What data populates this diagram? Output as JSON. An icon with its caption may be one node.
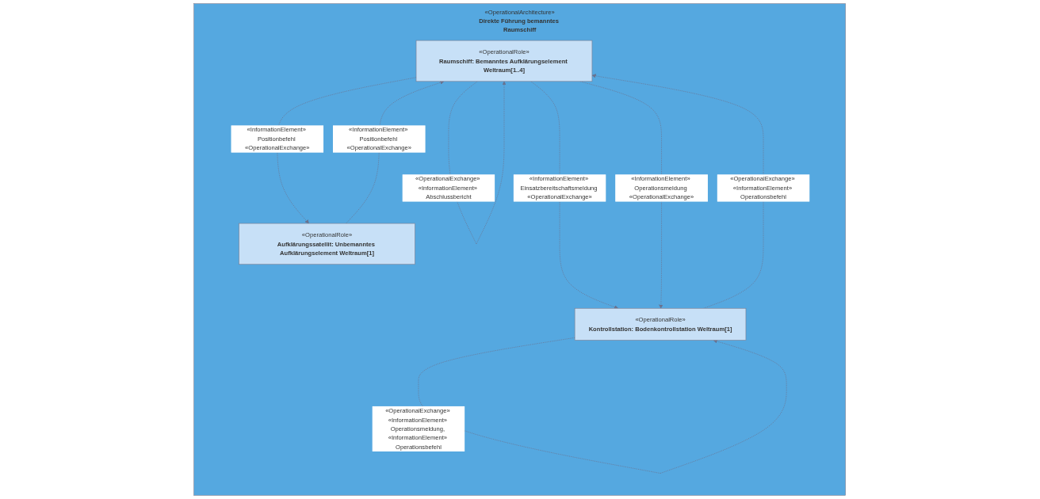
{
  "diagram": {
    "nodes": [
      {
        "text": [
          "«OperationalArchitecture»",
          "Direkte Führung bemanntes Raumschiff"
        ]
      },
      {
        "text": [
          "«OperationalRole»",
          "Raumschiff: Bemanntes Aufklärungselement Weltraum[1..4]"
        ],
        "in": 0
      },
      {
        "text": [
          "«OperationalRole»",
          "Aufklärungssatellit: Unbemanntes Aufklärungselement Weltraum[1]"
        ],
        "in": 0
      },
      {
        "text": [
          "«OperationalRole»",
          "Kontrollstation: Bodenkontrollstation Weltraum[1]"
        ],
        "in": 0
      }
    ],
    "edges": [
      {
        "from": 1,
        "to": 2,
        "arrow": "to",
        "style": "dashed",
        "label": "«InformationElement» Positionbefehl «OperationalExchange»"
      },
      {
        "from": 2,
        "to": 1,
        "arrow": "to",
        "style": "dashed",
        "label": "«InformationElement» Positionbefehl «OperationalExchange»"
      },
      {
        "from": 1,
        "to": 3,
        "arrow": "to",
        "style": "dashed",
        "label": "«InformationElement» Einsatzbereitschaftsmeldung «OperationalExchange»"
      },
      {
        "from": 1,
        "to": 3,
        "arrow": "to",
        "style": "dashed",
        "label": "«InformationElement» Operationsmeldung «OperationalExchange»"
      },
      {
        "from": 3,
        "to": 1,
        "arrow": "to",
        "style": "dashed",
        "label": "«OperationalExchange» «InformationElement» Operationsbefehl"
      },
      {
        "from": 1,
        "to": 1,
        "arrow": "to",
        "style": "dashed",
        "label": "«OperationalExchange» «InformationElement» Abschlussbericht"
      },
      {
        "from": 3,
        "to": 3,
        "arrow": "to",
        "style": "dashed",
        "label": "«OperationalExchange» «InformationElement» Operationsmeldung, «InformationElement» Operationsbefehl"
      }
    ]
  }
}
